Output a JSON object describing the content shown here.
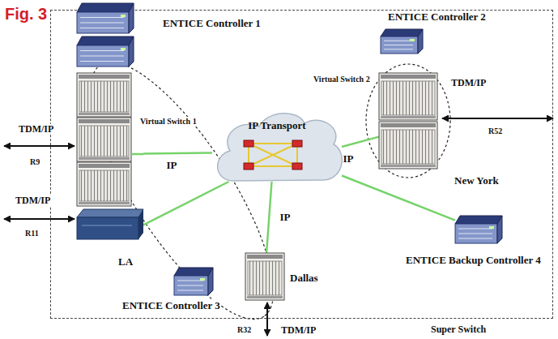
{
  "diagram": {
    "title": "Fig. 3",
    "nodes": [
      {
        "text": [
          "Super Switch"
        ]
      },
      {
        "text": [
          "ENTICE Controller 1"
        ],
        "in": 0
      },
      {
        "text": [
          "ENTICE Controller 2"
        ],
        "in": 0
      },
      {
        "text": [
          "LA"
        ],
        "in": 0
      },
      {
        "text": [
          "Dallas"
        ],
        "in": 0
      },
      {
        "text": [
          "ENTICE Controller 3"
        ],
        "in": 0
      },
      {
        "text": [
          "IP Transport"
        ],
        "in": 0
      },
      {
        "text": [
          "New York"
        ],
        "in": 0
      },
      {
        "text": [
          "ENTICE Backup Controller 4"
        ],
        "in": 0
      }
    ],
    "edges": [
      {
        "from": 3,
        "to": 6,
        "arrow": "none",
        "label": "IP"
      },
      {
        "from": 3,
        "to": 6,
        "arrow": "none"
      },
      {
        "from": 4,
        "to": 6,
        "arrow": "none",
        "label": "IP"
      },
      {
        "from": 7,
        "to": 6,
        "arrow": "none",
        "label": "IP"
      },
      {
        "from": 8,
        "to": 6,
        "arrow": "none"
      }
    ],
    "labels": [
      "Virtual Switch 1",
      "Virtual Switch 2",
      "TDM/IP",
      "R52",
      "TDM/IP",
      "R9",
      "TDM/IP",
      "R11",
      "R32",
      "TDM/IP"
    ]
  }
}
